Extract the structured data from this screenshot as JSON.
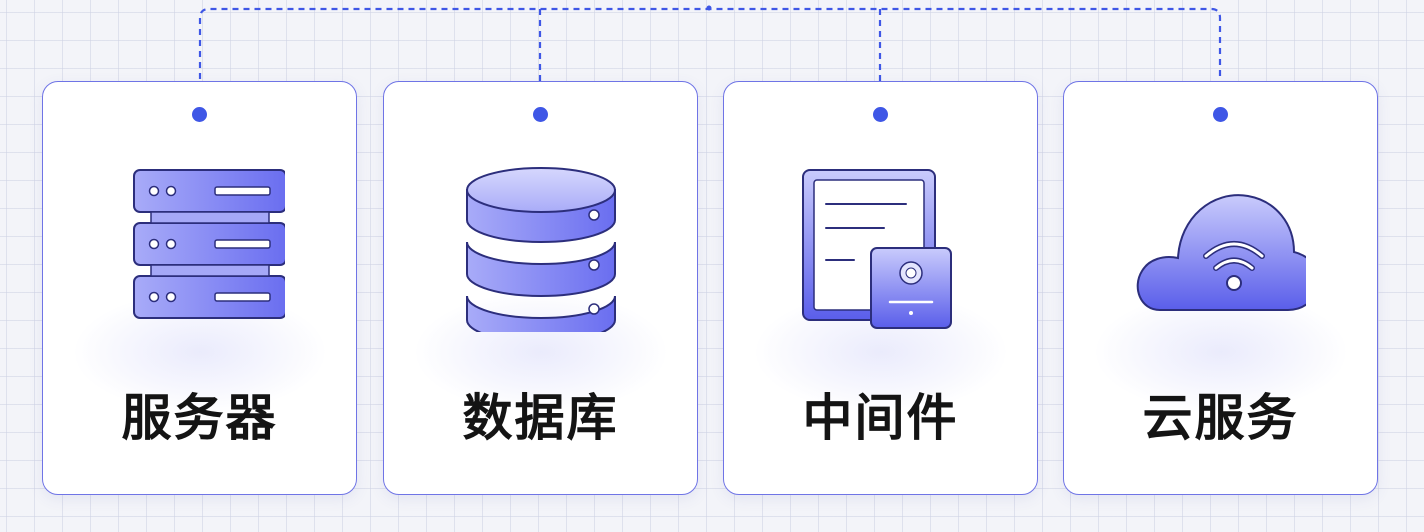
{
  "colors": {
    "accent": "#3f57e6",
    "card_border": "#6f74e6",
    "icon_fill_light": "#c7c9fb",
    "icon_fill_dark": "#5c60ea",
    "label_text": "#141414"
  },
  "cards": [
    {
      "label": "服务器",
      "icon": "server-icon"
    },
    {
      "label": "数据库",
      "icon": "database-icon"
    },
    {
      "label": "中间件",
      "icon": "middleware-icon"
    },
    {
      "label": "云服务",
      "icon": "cloud-icon"
    }
  ]
}
